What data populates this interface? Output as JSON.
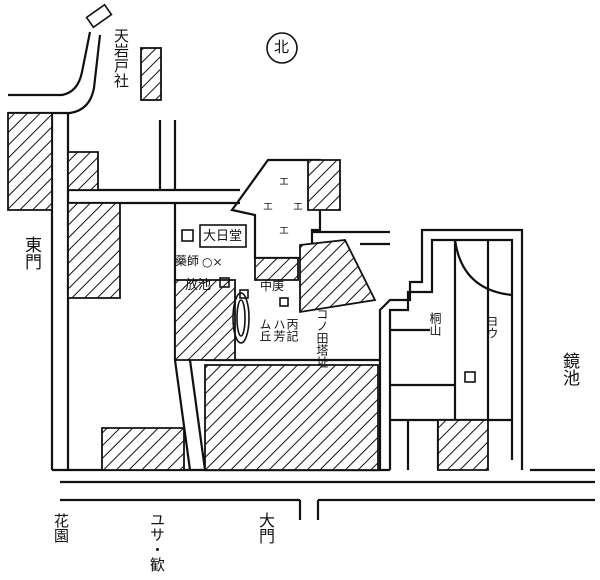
{
  "compass": "北",
  "labels": {
    "amanoiwato_shrine": "天岩戸社",
    "east_gate": "東門",
    "kagami_pond": "鏡池",
    "flower_garden": "花園",
    "ami_land": "ユサ・歓",
    "great_gate": "大門",
    "daishido": "大日堂",
    "yakushi": "藥師",
    "pond": "放池",
    "mountain": "桐山",
    "nodes": "ヨウ",
    "lodging": "コノ田塔址",
    "mid_table": "中庚",
    "south_mound": "ム丘",
    "open_pit": "丙記",
    "field_wall": "ハ芳",
    "mark_x": "○×"
  },
  "colors": {
    "ink": "#111111",
    "paper": "#ffffff"
  }
}
